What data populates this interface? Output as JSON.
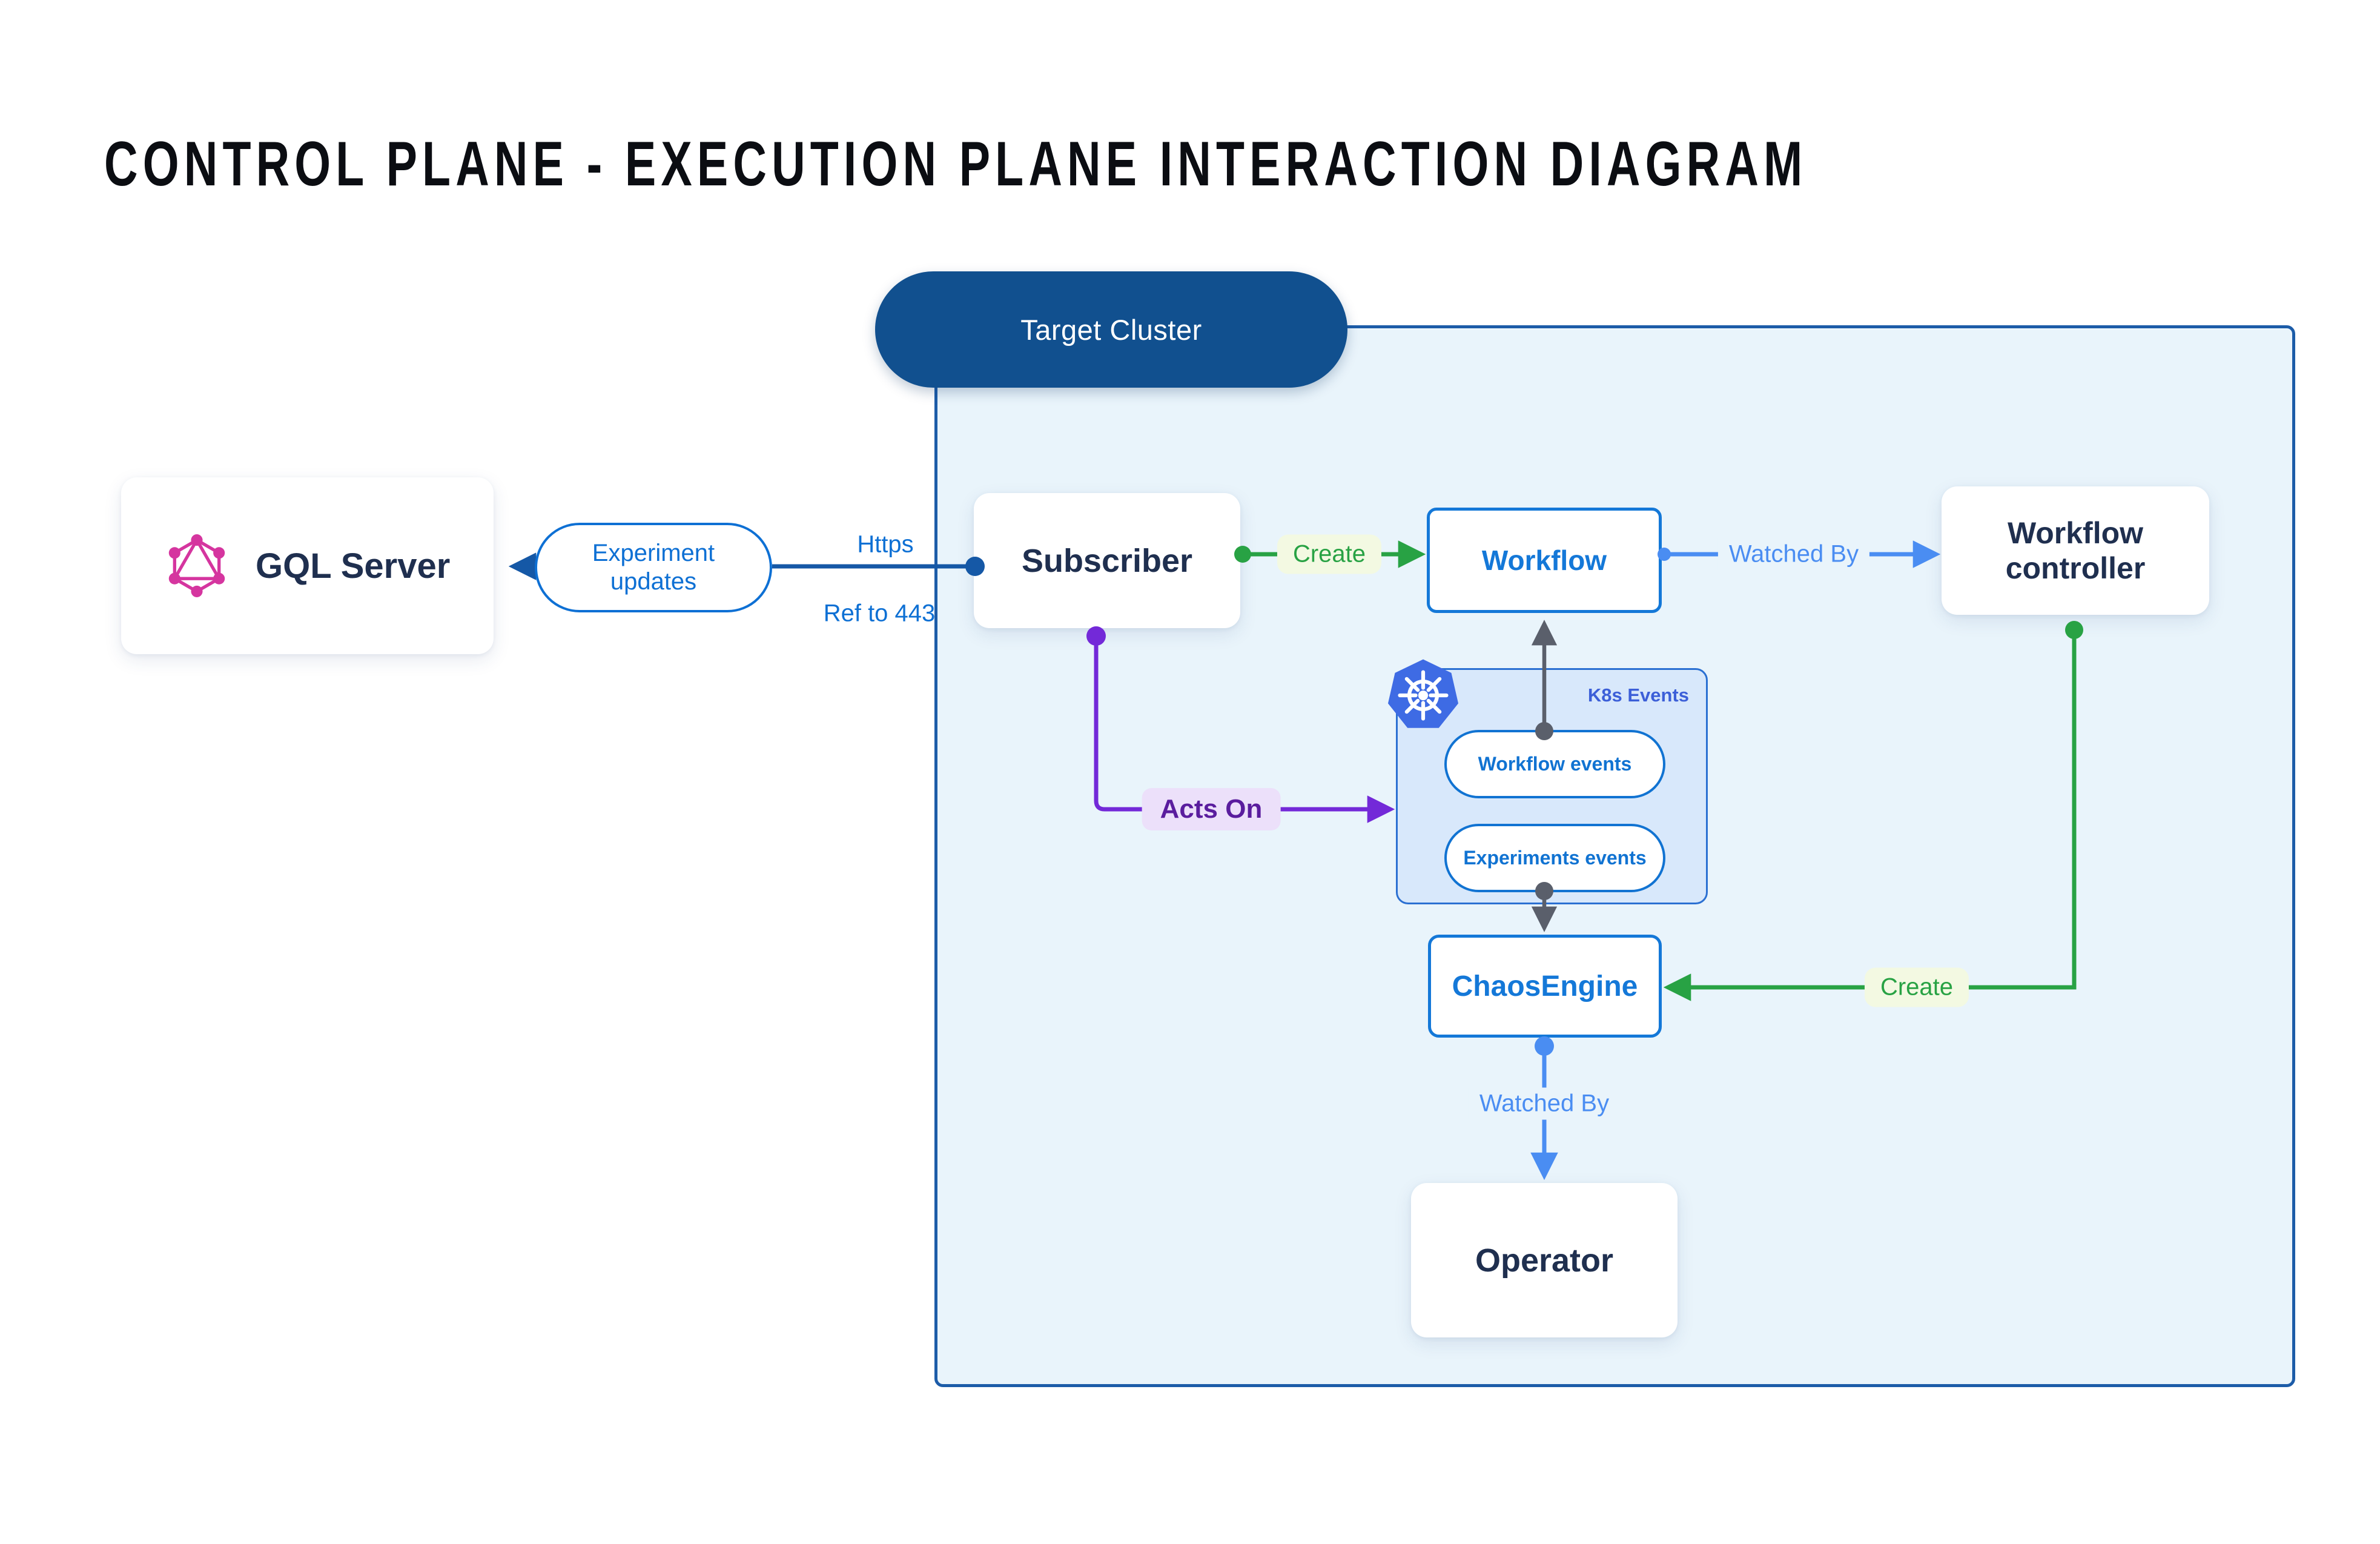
{
  "title": "CONTROL PLANE - EXECUTION PLANE INTERACTION DIAGRAM",
  "cluster": {
    "label": "Target Cluster"
  },
  "nodes": {
    "gql_server": {
      "label": "GQL Server"
    },
    "subscriber": {
      "label": "Subscriber"
    },
    "workflow": {
      "label": "Workflow"
    },
    "workflow_controller": {
      "label": "Workflow controller"
    },
    "chaos_engine": {
      "label": "ChaosEngine"
    },
    "operator": {
      "label": "Operator"
    },
    "k8s_events": {
      "label": "K8s Events",
      "events": [
        "Workflow events",
        "Experiments events"
      ]
    }
  },
  "edges": {
    "experiment_updates": {
      "label": "Experiment updates"
    },
    "https": {
      "label": "Https"
    },
    "ref_to_443": {
      "label": "Ref to 443"
    },
    "create_workflow": {
      "label": "Create"
    },
    "watched_by_controller": {
      "label": "Watched By"
    },
    "acts_on": {
      "label": "Acts On"
    },
    "create_chaos_engine": {
      "label": "Create"
    },
    "watched_by_operator": {
      "label": "Watched By"
    }
  },
  "icons": {
    "graphql": "graphql-hexagon-logo",
    "kubernetes": "kubernetes-helm-wheel-logo"
  },
  "colors": {
    "cluster_fill": "#e9f4fb",
    "cluster_border": "#1c5ca8",
    "cluster_pill_bg": "#11508f",
    "bright_blue": "#0e70d4",
    "node_blue": "#1478d8",
    "mid_blue": "#4a8df2",
    "dark_link_blue": "#1558a6",
    "green": "#28a244",
    "green_label_bg": "#f3f9e2",
    "purple": "#7329d8",
    "purple_label_bg": "#ece0fa",
    "gray_link": "#5a5f6b",
    "navy_text": "#1f2f4f",
    "graphql_pink": "#d5359f",
    "k8s_blue": "#3e6be4",
    "k8s_events_fill": "#d8e8fb",
    "k8s_events_text": "#3c5fd8"
  }
}
